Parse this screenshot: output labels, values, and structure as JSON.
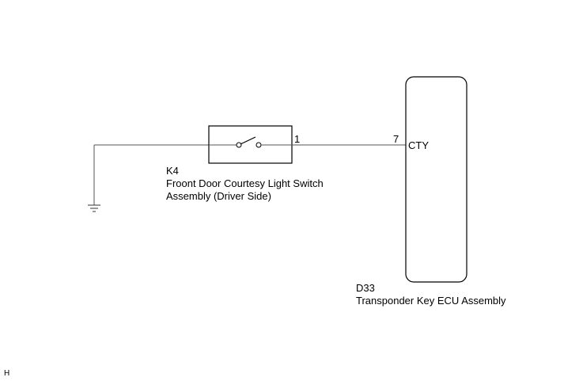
{
  "switch_component": {
    "code": "K4",
    "name_line1": "Froont Door Courtesy Light Switch",
    "name_line2": "Assembly (Driver Side)",
    "pin": "1"
  },
  "ecu_component": {
    "code": "D33",
    "name": "Transponder Key ECU Assembly",
    "pin": "7",
    "terminal": "CTY"
  },
  "corner_mark": "H"
}
